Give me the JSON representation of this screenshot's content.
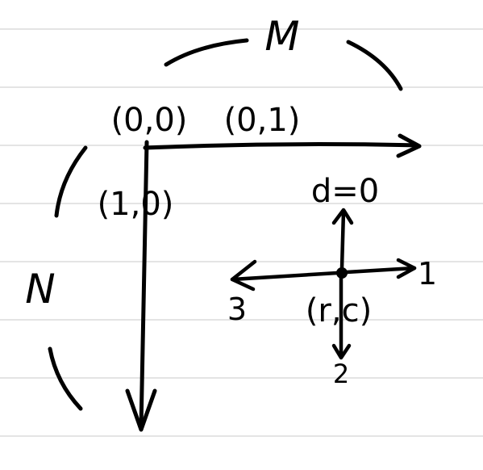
{
  "colors": {
    "paper": "#ffffff",
    "ruled_line": "#d4d4d4",
    "ink": "#000000"
  },
  "labels": {
    "width_label": "M",
    "height_label": "N",
    "origin": "(0,0)",
    "right_of_origin": "(0,1)",
    "below_origin": "(1,0)",
    "cell": "(r,c)",
    "direction_up": "d=0",
    "direction_right": "1",
    "direction_down": "2",
    "direction_left": "3"
  }
}
